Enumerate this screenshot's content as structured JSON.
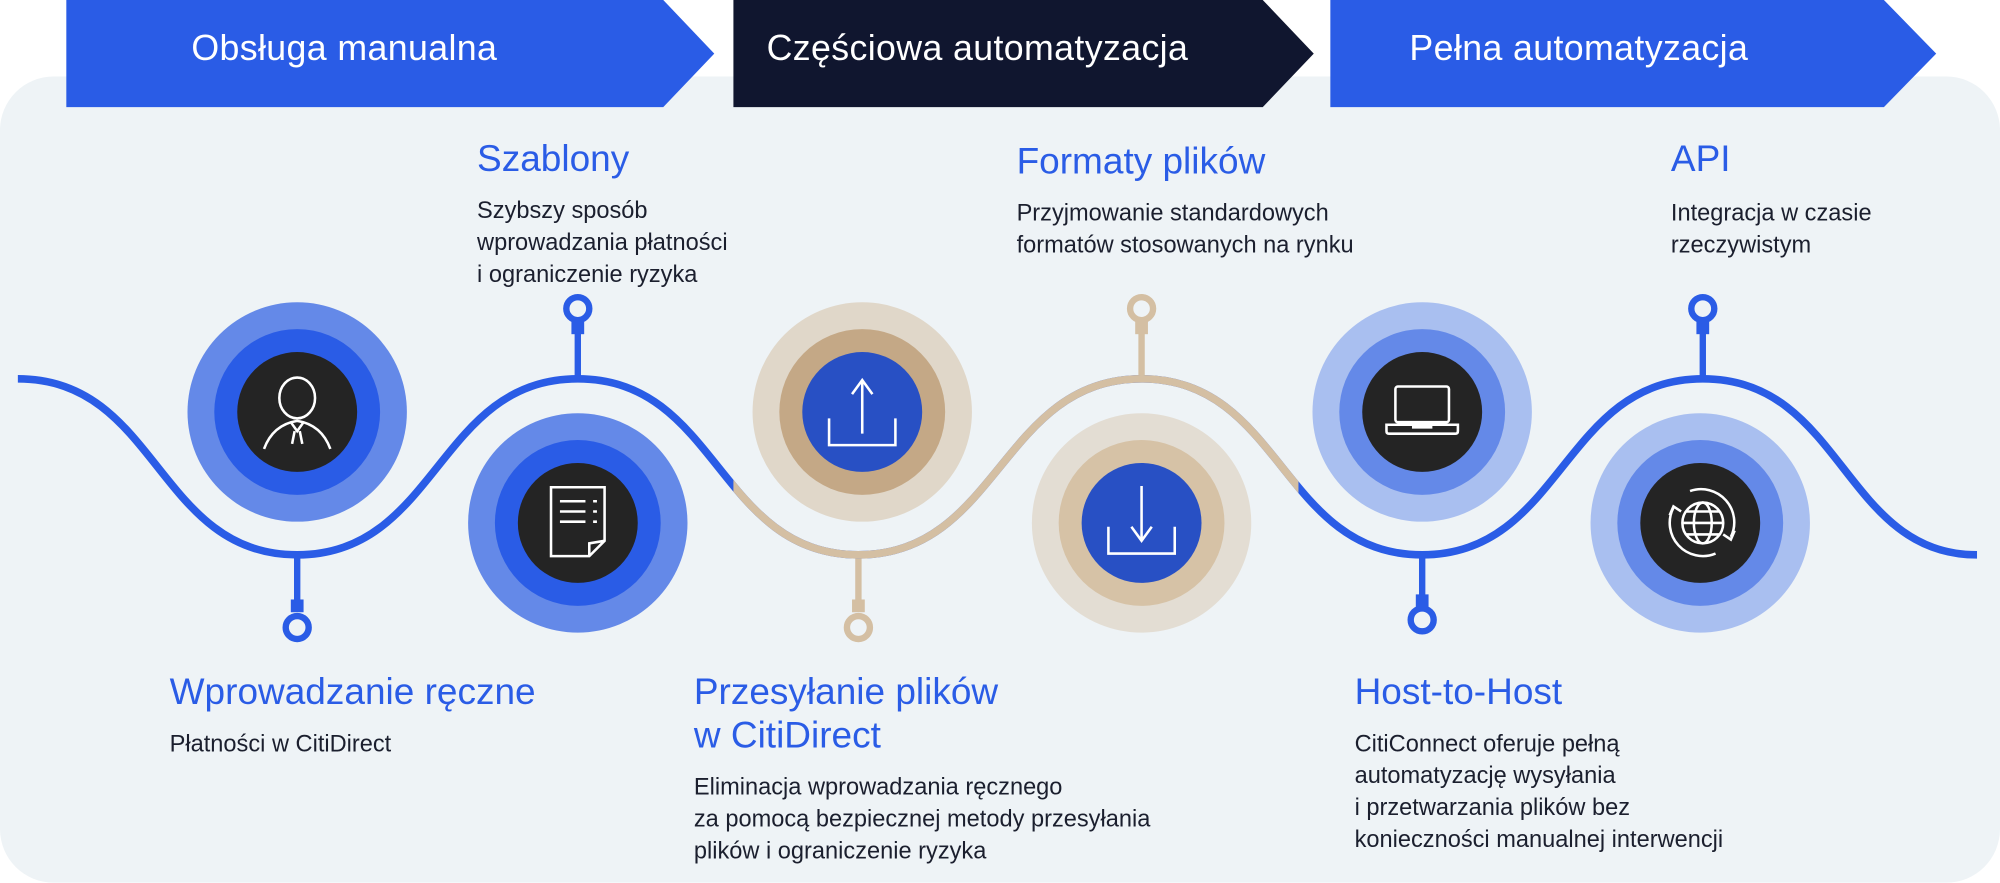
{
  "stages": [
    {
      "label": "Obsługa manualna"
    },
    {
      "label": "Częściowa automatyzacja"
    },
    {
      "label": "Pełna automatyzacja"
    }
  ],
  "steps": {
    "szablony": {
      "title": "Szablony",
      "desc": [
        "Szybszy sposób",
        "wprowadzania płatności",
        "i ograniczenie ryzyka"
      ],
      "icon": "document-icon"
    },
    "formaty": {
      "title": "Formaty plików",
      "desc": [
        "Przyjmowanie standardowych",
        "formatów stosowanych na rynku"
      ],
      "icon": "download-icon"
    },
    "api": {
      "title": "API",
      "desc": [
        "Integracja w czasie",
        "rzeczywistym"
      ],
      "icon": "globe-sync-icon"
    },
    "reczne": {
      "title": "Wprowadzanie ręczne",
      "desc": [
        "Płatności w CitiDirect"
      ],
      "icon": "person-icon"
    },
    "przesylanie": {
      "title": [
        "Przesyłanie plików",
        "w CitiDirect"
      ],
      "desc": [
        "Eliminacja wprowadzania ręcznego",
        "za pomocą bezpiecznej metody przesyłania",
        "plików i ograniczenie ryzyka"
      ],
      "icon": "upload-icon"
    },
    "host": {
      "title": "Host-to-Host",
      "desc": [
        "CitiConnect oferuje pełną",
        "automatyzację wysyłania",
        "i przetwarzania plików bez",
        "konieczności manualnej interwencji"
      ],
      "icon": "laptop-icon"
    }
  },
  "colors": {
    "blue": "#2a5ce6",
    "navy": "#10162f",
    "tan": "#d4bfa3",
    "panel": "#eef3f6"
  }
}
